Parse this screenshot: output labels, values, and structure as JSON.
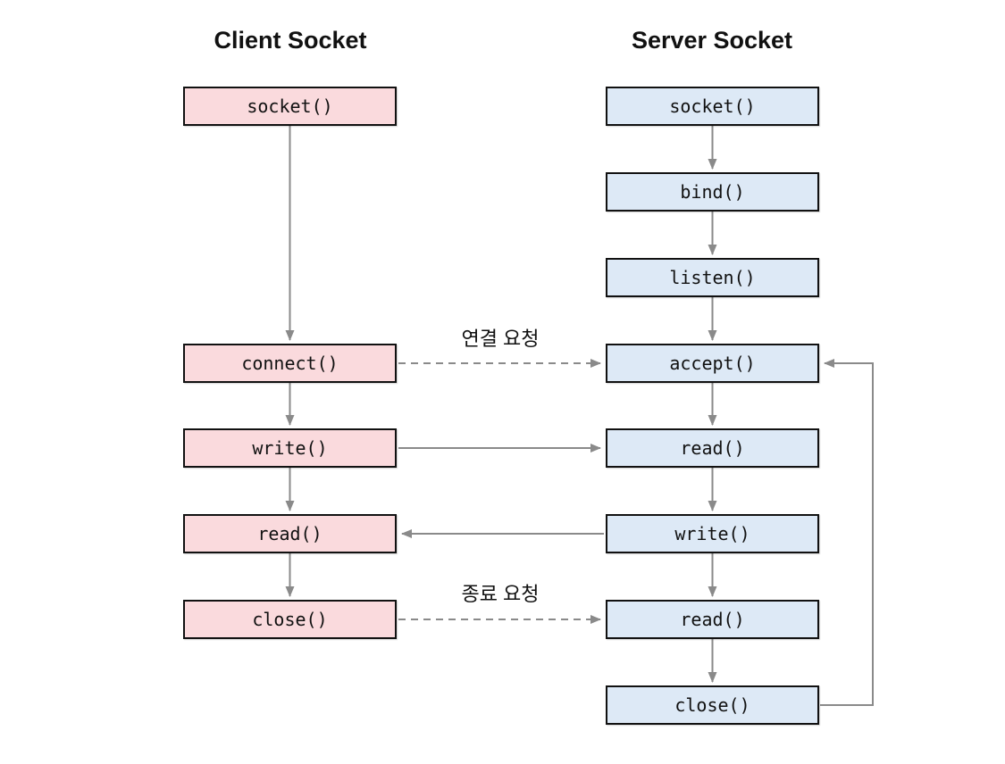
{
  "colors": {
    "client_box_fill": "#fadadd",
    "server_box_fill": "#dde9f6",
    "box_border": "#111111",
    "arrow": "#8a8a8a",
    "text": "#111111"
  },
  "client": {
    "title": "Client Socket",
    "boxes": [
      "socket()",
      "connect()",
      "write()",
      "read()",
      "close()"
    ]
  },
  "server": {
    "title": "Server Socket",
    "boxes": [
      "socket()",
      "bind()",
      "listen()",
      "accept()",
      "read()",
      "write()",
      "read()",
      "close()"
    ]
  },
  "edge_labels": {
    "connect_request": "연결 요청",
    "close_request": "종료 요청"
  }
}
